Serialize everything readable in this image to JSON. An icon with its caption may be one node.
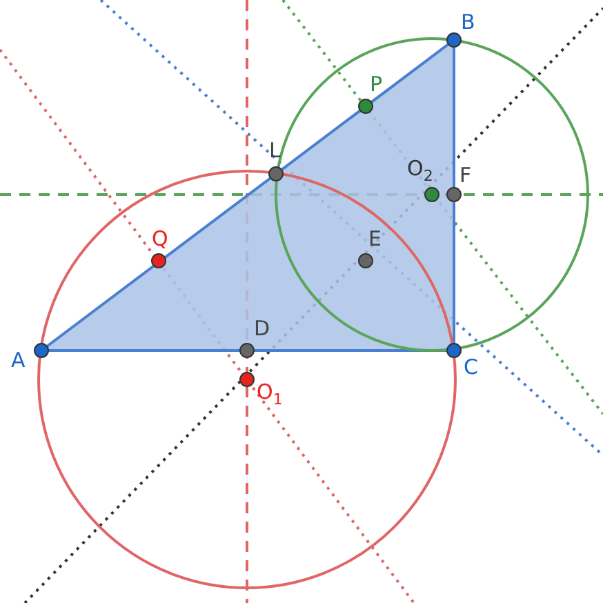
{
  "diagram": {
    "labels": [
      "B",
      "P",
      "L",
      "O$_{2}$",
      "F",
      "Q",
      "E",
      "A",
      "D",
      "C",
      "O$_{1}$"
    ]
  }
}
